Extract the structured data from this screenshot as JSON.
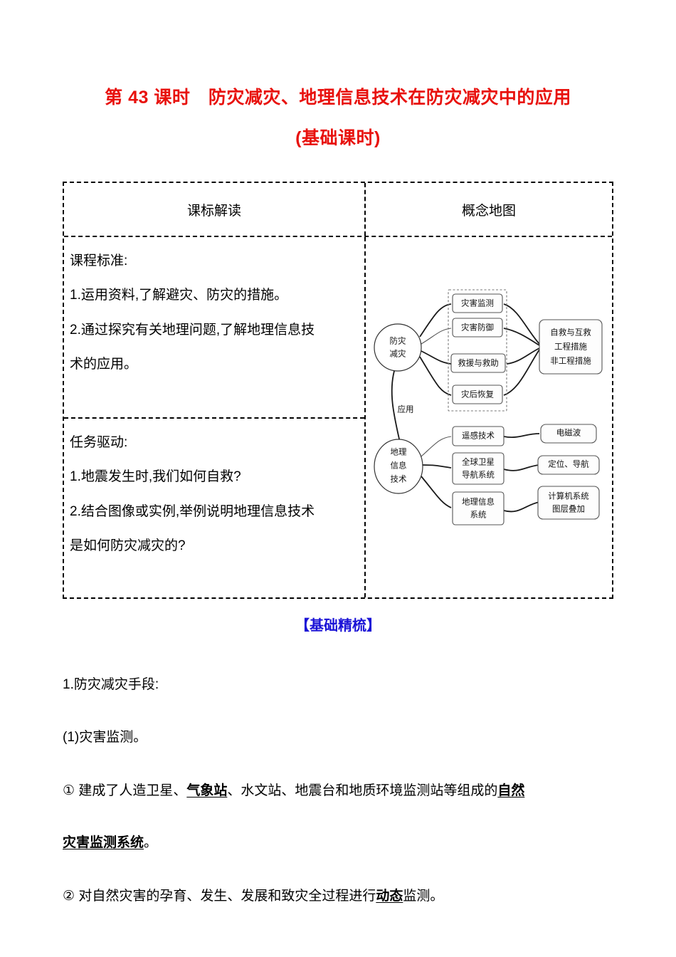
{
  "document": {
    "title_line1": "第 43 课时 防灾减灾、地理信息技术在防灾减灾中的应用",
    "title_line2": "(基础课时)",
    "title_color": "#e8110d",
    "section_heading": "【基础精梳】",
    "section_heading_color": "#1a12d6"
  },
  "table": {
    "headers": {
      "left": "课标解读",
      "right": "概念地图"
    },
    "left_column": {
      "block1": {
        "heading": "课程标准:",
        "items": [
          "1.运用资料,了解避灾、防灾的措施。",
          "2.通过探究有关地理问题,了解地理信息技",
          "术的应用。"
        ]
      },
      "block2": {
        "heading": "任务驱动:",
        "items": [
          "1.地震发生时,我们如何自救?",
          "2.结合图像或实例,举例说明地理信息技术",
          "是如何防灾减灾的?"
        ]
      }
    }
  },
  "concept_map": {
    "root_top": "防灾\n减灾",
    "root_top_line1": "防灾",
    "root_top_line2": "减灾",
    "root_bottom_line1": "地理",
    "root_bottom_line2": "信息",
    "root_bottom_line3": "技术",
    "connector_label": "应用",
    "top_branch": {
      "items": [
        "灾害监测",
        "灾害防御",
        "救援与救助",
        "灾后恢复"
      ],
      "outcome_lines": [
        "自救与互救",
        "工程措施",
        "非工程措施"
      ]
    },
    "bottom_branch": {
      "items": [
        {
          "name_line1": "遥感技术",
          "name_line2": "",
          "result_line1": "电磁波",
          "result_line2": ""
        },
        {
          "name_line1": "全球卫星",
          "name_line2": "导航系统",
          "result_line1": "定位、导航",
          "result_line2": ""
        },
        {
          "name_line1": "地理信息",
          "name_line2": "系统",
          "result_line1": "计算机系统",
          "result_line2": "图层叠加"
        }
      ]
    }
  },
  "body": {
    "line1": "1.防灾减灾手段:",
    "line2": "(1)灾害监测。",
    "line3": {
      "marker": "①",
      "seg1": " 建成了人造卫星、",
      "bold1": "气象站",
      "seg2": "、水文站、地震台和地质环境监测站等组成的",
      "bold2": "自然"
    },
    "line4": {
      "bold": "灾害监测系统",
      "tail": "。"
    },
    "line5": {
      "marker": "②",
      "seg1": " 对自然灾害的孕育、发生、发展和致灾全过程进行",
      "bold1": "动态",
      "seg2": "监测。"
    }
  }
}
